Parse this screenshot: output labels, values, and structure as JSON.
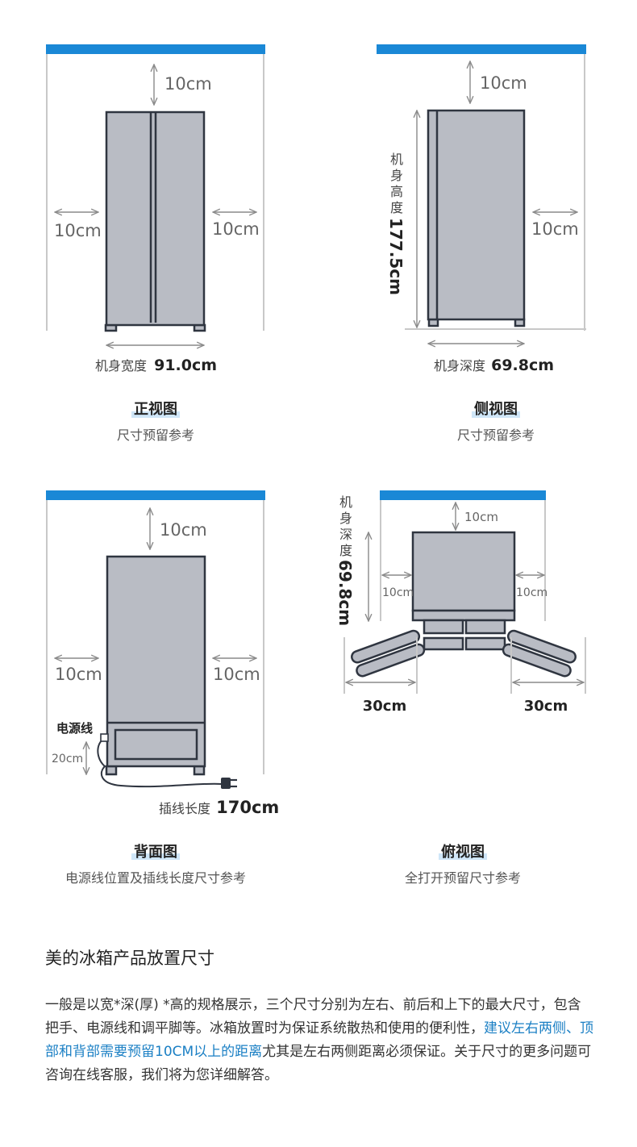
{
  "colors": {
    "accent": "#1a88d6",
    "highlight": "#1a7fc4",
    "fridge_fill": "#b9bcc4",
    "fridge_stroke": "#2f3540"
  },
  "front": {
    "top_gap": "10cm",
    "left_gap": "10cm",
    "right_gap": "10cm",
    "width_label": "机身宽度",
    "width_value": "91.0cm",
    "title": "正视图",
    "subtitle": "尺寸预留参考"
  },
  "side": {
    "top_gap": "10cm",
    "right_gap": "10cm",
    "height_label": [
      "机",
      "身",
      "高",
      "度"
    ],
    "height_value": "177.5cm",
    "depth_label": "机身深度",
    "depth_value": "69.8cm",
    "title": "侧视图",
    "subtitle": "尺寸预留参考"
  },
  "back": {
    "top_gap": "10cm",
    "left_gap": "10cm",
    "right_gap": "10cm",
    "power_label": "电源线",
    "power_height": "20cm",
    "cord_label": "插线长度",
    "cord_value": "170cm",
    "title": "背面图",
    "subtitle": "电源线位置及插线长度尺寸参考"
  },
  "top": {
    "top_gap": "10cm",
    "left_gap": "10cm",
    "right_gap": "10cm",
    "depth_label": [
      "机",
      "身",
      "深",
      "度"
    ],
    "depth_value": "69.8cm",
    "left_door": "30cm",
    "right_door": "30cm",
    "title": "俯视图",
    "subtitle": "全打开预留尺寸参考"
  },
  "section": {
    "title": "美的冰箱产品放置尺寸",
    "desc_before": "一般是以宽*深(厚) *高的规格展示，三个尺寸分别为左右、前后和上下的最大尺寸，包含把手、电源线和调平脚等。冰箱放置时为保证系统散热和使用的便利性，",
    "desc_highlight": "建议左右两侧、顶部和背部需要预留10CM以上的距离",
    "desc_after": "尤其是左右两侧距离必须保证。关于尺寸的更多问题可咨询在线客服，我们将为您详细解答。"
  }
}
